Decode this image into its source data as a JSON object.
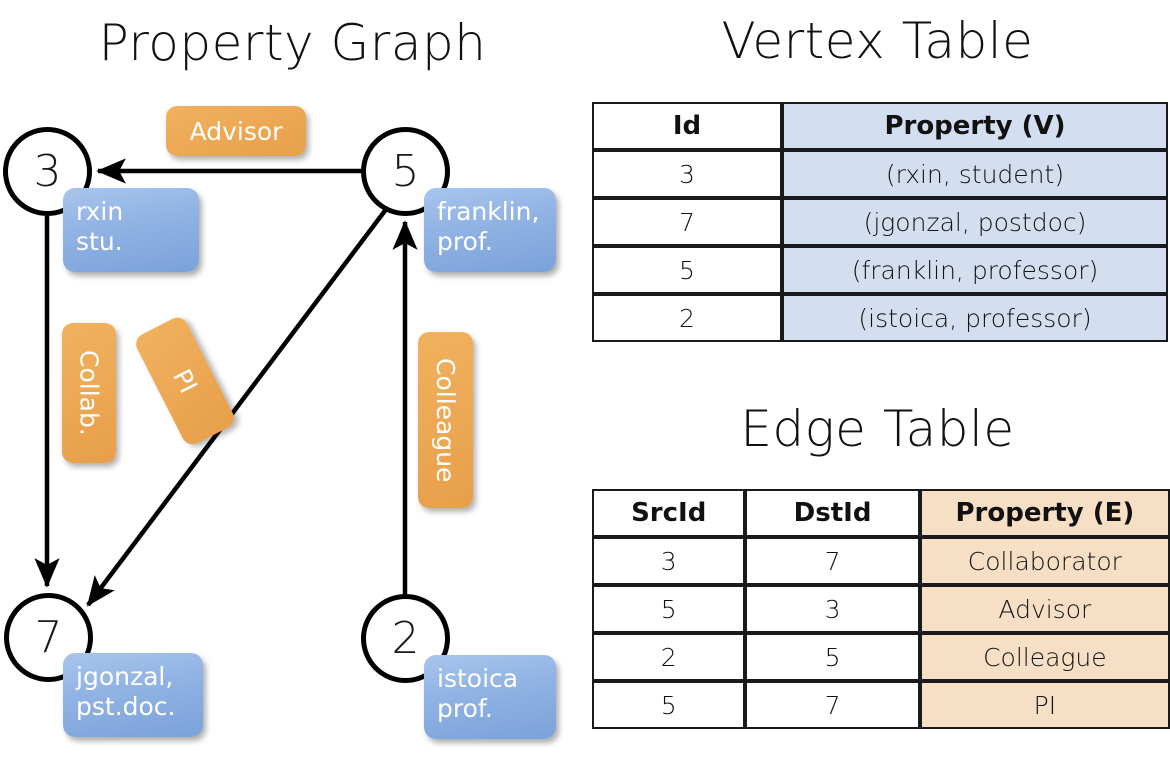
{
  "titles": {
    "property_graph": "Property Graph",
    "vertex_table": "Vertex Table",
    "edge_table": "Edge Table"
  },
  "graph": {
    "vertices": [
      {
        "id": "3",
        "property_lines": [
          "rxin",
          "stu."
        ]
      },
      {
        "id": "5",
        "property_lines": [
          "franklin,",
          "prof."
        ]
      },
      {
        "id": "7",
        "property_lines": [
          "jgonzal,",
          "pst.doc."
        ]
      },
      {
        "id": "2",
        "property_lines": [
          "istoica",
          "prof."
        ]
      }
    ],
    "edge_labels": [
      {
        "name": "advisor",
        "text": "Advisor"
      },
      {
        "name": "collab",
        "text": "Collab."
      },
      {
        "name": "pi",
        "text": "PI"
      },
      {
        "name": "colleague",
        "text": "Colleague"
      }
    ],
    "colors": {
      "vertex_property_box": "#91b3e4",
      "edge_label_box": "#eeab57",
      "stroke": "#000000"
    }
  },
  "vertex_table": {
    "headers": [
      "Id",
      "Property (V)"
    ],
    "rows": [
      {
        "id": "3",
        "property": "(rxin, student)"
      },
      {
        "id": "7",
        "property": "(jgonzal, postdoc)"
      },
      {
        "id": "5",
        "property": "(franklin, professor)"
      },
      {
        "id": "2",
        "property": "(istoica, professor)"
      }
    ],
    "property_column_color": "#d3def0"
  },
  "edge_table": {
    "headers": [
      "SrcId",
      "DstId",
      "Property (E)"
    ],
    "rows": [
      {
        "src": "3",
        "dst": "7",
        "property": "Collaborator"
      },
      {
        "src": "5",
        "dst": "3",
        "property": "Advisor"
      },
      {
        "src": "2",
        "dst": "5",
        "property": "Colleague"
      },
      {
        "src": "5",
        "dst": "7",
        "property": "PI"
      }
    ],
    "property_column_color": "#f7dfc6"
  }
}
